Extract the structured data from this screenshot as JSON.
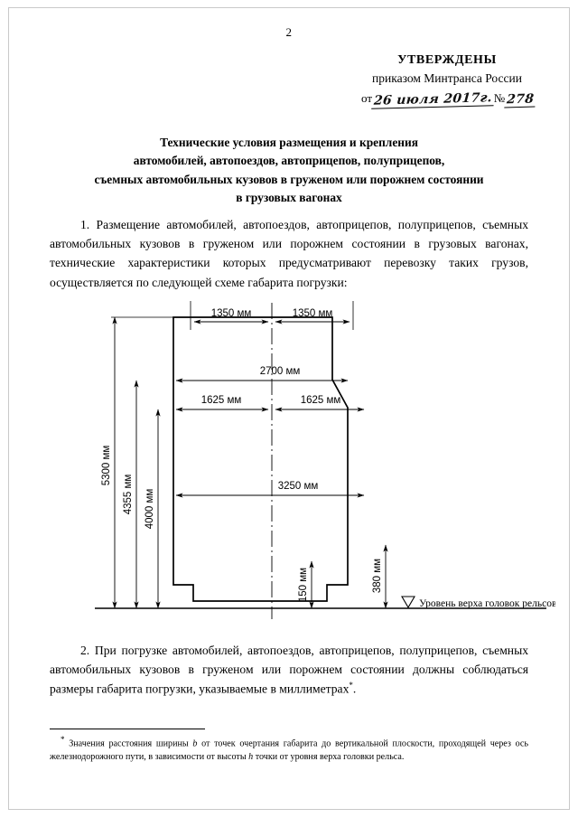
{
  "page": {
    "number": "2"
  },
  "approval": {
    "heading": "УТВЕРЖДЕНЫ",
    "organization": "приказом Минтранса России",
    "date_prefix": "от",
    "date_handwritten": "26 июля 2017г.",
    "number_prefix": "№",
    "number_handwritten": "278"
  },
  "title": {
    "line1": "Технические условия размещения и крепления",
    "line2": "автомобилей, автопоездов, автоприцепов, полуприцепов,",
    "line3": "съемных автомобильных кузовов в груженом или порожнем состоянии",
    "line4": "в грузовых вагонах"
  },
  "paragraphs": {
    "p1": "1. Размещение автомобилей, автопоездов, автоприцепов, полуприцепов, съемных автомобильных кузовов в груженом или порожнем состоянии в грузовых вагонах, технические характеристики которых предусматривают перевозку таких грузов, осуществляется по следующей схеме габарита погрузки:",
    "p2_before_mark": "2. При погрузке автомобилей, автопоездов, автоприцепов, полуприцепов, съемных автомобильных кузовов в груженом или порожнем состоянии должны соблюдаться размеры габарита погрузки, указываемые в миллиметрах",
    "p2_footnote_mark": "*"
  },
  "footnote": {
    "mark": "*",
    "part1": "Значения расстояния ширины ",
    "italic1": "b",
    "part2": " от точек очертания габарита до вертикальной плоскости, проходящей через ось железнодорожного пути, в зависимости от высоты ",
    "italic2": "h",
    "part3": " точки от уровня верха головки рельса."
  },
  "diagram": {
    "name": "loading-gauge-diagram",
    "unit": "мм",
    "dimensions": {
      "top_left_half": "1350 мм",
      "top_right_half": "1350 мм",
      "top_full": "2700 мм",
      "mid_left_half": "1625 мм",
      "mid_right_half": "1625 мм",
      "mid_full": "3250 мм",
      "height_total": "5300 мм",
      "height_upper": "4355 мм",
      "height_shoulder": "4000 мм",
      "step_inner": "150 мм",
      "step_outer": "380 мм"
    },
    "rail_level_symbol": "▽",
    "rail_level_label": "Уровень верха головок рельсов"
  }
}
